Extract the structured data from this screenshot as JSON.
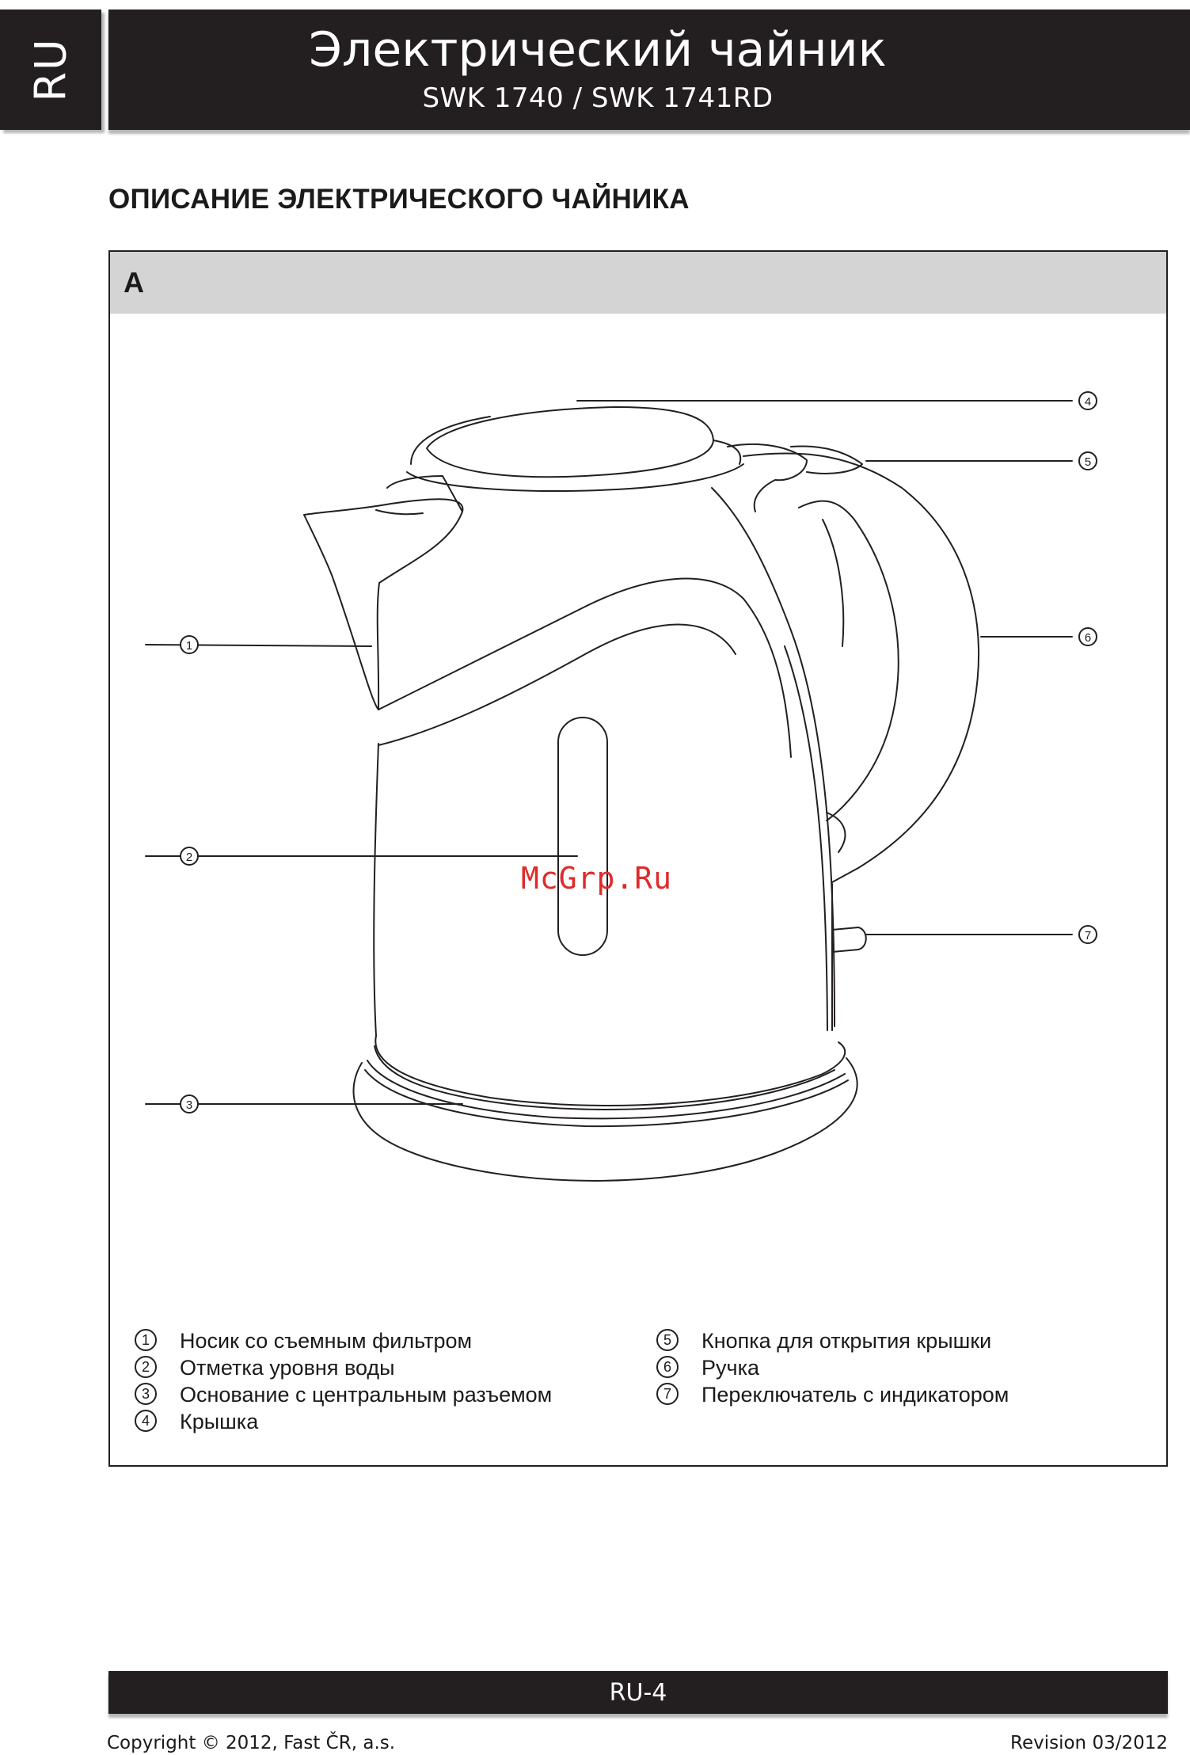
{
  "header": {
    "lang": "RU",
    "title": "Электрический чайник",
    "subtitle": "SWK 1740 / SWK 1741RD"
  },
  "section": {
    "heading": "ОПИСАНИЕ ЭЛЕКТРИЧЕСКОГО ЧАЙНИКА"
  },
  "figure": {
    "label": "A",
    "callouts": [
      "1",
      "2",
      "3",
      "4",
      "5",
      "6",
      "7"
    ],
    "watermark": "McGrp.Ru"
  },
  "legend": {
    "left": [
      {
        "num": "1",
        "text": "Носик со съемным фильтром"
      },
      {
        "num": "2",
        "text": "Отметка уровня воды"
      },
      {
        "num": "3",
        "text": "Основание с центральным разъемом"
      },
      {
        "num": "4",
        "text": "Крышка"
      }
    ],
    "right": [
      {
        "num": "5",
        "text": "Кнопка для открытия крышки"
      },
      {
        "num": "6",
        "text": "Ручка"
      },
      {
        "num": "7",
        "text": "Переключатель с индикатором"
      }
    ]
  },
  "footer": {
    "page": "RU-4",
    "copyright": "Copyright © 2012, Fast ČR, a.s.",
    "revision": "Revision 03/2012"
  }
}
